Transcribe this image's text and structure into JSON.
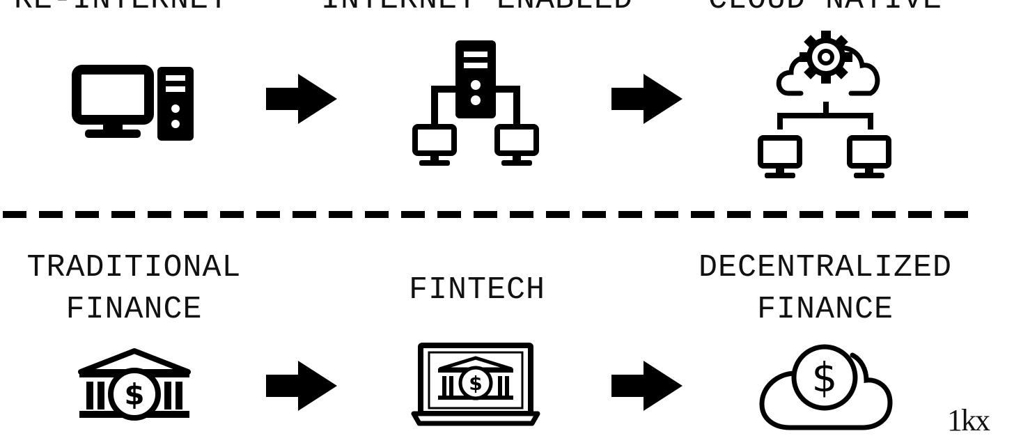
{
  "top_row": {
    "stages": [
      {
        "label": "PRE-INTERNET",
        "icon": "desktop-computer-icon"
      },
      {
        "label": "INTERNET ENABLED",
        "icon": "server-network-icon"
      },
      {
        "label": "CLOUD NATIVE",
        "icon": "cloud-gear-network-icon"
      }
    ]
  },
  "bottom_row": {
    "stages": [
      {
        "label_line1": "TRADITIONAL",
        "label_line2": "FINANCE",
        "icon": "bank-dollar-icon"
      },
      {
        "label_line1": "FINTECH",
        "icon": "laptop-bank-icon"
      },
      {
        "label_line1": "DECENTRALIZED",
        "label_line2": "FINANCE",
        "icon": "cloud-dollar-icon"
      }
    ]
  },
  "brand": "1kx",
  "colors": {
    "ink": "#000000",
    "background": "#ffffff"
  }
}
